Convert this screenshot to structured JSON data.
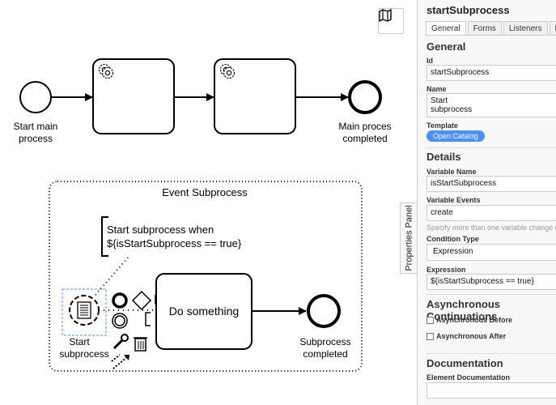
{
  "diagram": {
    "start_main_label_1": "Start main",
    "start_main_label_2": "process",
    "end_main_label_1": "Main proces",
    "end_main_label_2": "completed",
    "subprocess_title": "Event Subprocess",
    "annotation_line_1": "Start subprocess when",
    "annotation_line_2": "${isStartSubprocess == true}",
    "start_sub_label_1": "Start",
    "start_sub_label_2": "subprocess",
    "task_label": "Do something",
    "end_sub_label_1": "Subprocess",
    "end_sub_label_2": "completed"
  },
  "canvas": {
    "properties_toggle": "Properties Panel",
    "map_icon": "map-icon"
  },
  "panel": {
    "title": "startSubprocess",
    "tabs": [
      "General",
      "Forms",
      "Listeners",
      "Exte"
    ],
    "general_heading": "General",
    "id_label": "Id",
    "id_value": "startSubprocess",
    "name_label": "Name",
    "name_line_1": "Start",
    "name_line_2": "subprocess",
    "template_label": "Template",
    "open_catalog": "Open Catalog",
    "details_heading": "Details",
    "variable_name_label": "Variable Name",
    "variable_name_value": "isStartSubprocess",
    "variable_events_label": "Variable Events",
    "variable_events_value": "create",
    "variable_events_hint": "Specify more than one variable change e",
    "condition_type_label": "Condition Type",
    "condition_type_value": "Expression",
    "expression_label": "Expression",
    "expression_value": "${isStartSubprocess ==  true}",
    "async_heading": "Asynchronous Continuations",
    "async_before": "Asynchronous Before",
    "async_after": "Asynchronous After",
    "documentation_heading": "Documentation",
    "element_doc_label": "Element Documentation",
    "element_doc_value": ""
  }
}
